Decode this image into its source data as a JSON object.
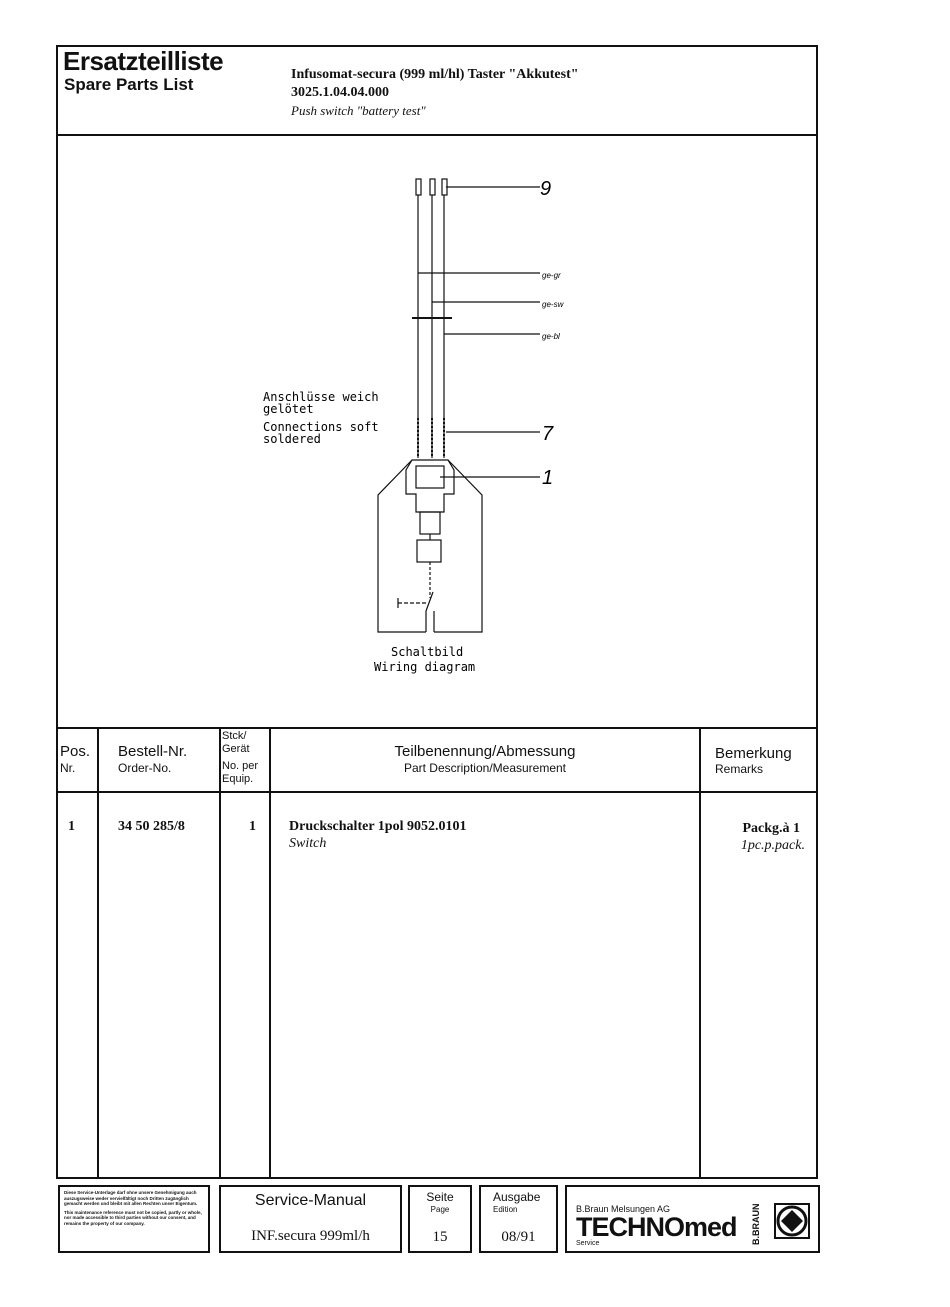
{
  "header": {
    "title_de": "Ersatzteilliste",
    "title_en": "Spare Parts List",
    "product_line": "Infusomat-secura (999 ml/hl)  Taster \"Akkutest\"",
    "product_number": "3025.1.04.04.000",
    "product_en": "Push switch \"battery test\""
  },
  "diagram": {
    "callout_9": "9",
    "callout_7": "7",
    "callout_1": "1",
    "wire_1": "ge-gr",
    "wire_2": "ge-sw",
    "wire_3": "ge-bl",
    "note_de_line1": "Anschlüsse weich",
    "note_de_line2": "gelötet",
    "note_en_line1": "Connections soft",
    "note_en_line2": "soldered",
    "caption_de": "Schaltbild",
    "caption_en": "Wiring diagram"
  },
  "table": {
    "headers": {
      "pos_de": "Pos.",
      "pos_en": "Nr.",
      "order_de": "Bestell-Nr.",
      "order_en": "Order-No.",
      "qty_de_1": "Stck/",
      "qty_de_2": "Gerät",
      "qty_en_1": "No. per",
      "qty_en_2": "Equip.",
      "desc_de": "Teilbenennung/Abmessung",
      "desc_en": "Part Description/Measurement",
      "remarks_de": "Bemerkung",
      "remarks_en": "Remarks"
    },
    "rows": [
      {
        "pos": "1",
        "order_no": "34 50 285/8",
        "qty": "1",
        "desc_de": "Druckschalter  1pol 9052.0101",
        "desc_en": "Switch",
        "remark_de": "Packg.à 1",
        "remark_en": "1pc.p.pack."
      }
    ]
  },
  "footer": {
    "notice_de": "Diese Service-Unterlage darf ohne unsere Genehmigung auch auszugsweise weder vervielfältigt noch Dritten zugänglich gemacht werden und bleibt mit allen Rechten unser Eigentum.",
    "notice_en": "This maintenance reference must not be copied, partly or whole, nor made accessible to third parties without our consent, and remains the property of our company.",
    "manual_label": "Service-Manual",
    "manual_value": "INF.secura 999ml/h",
    "page_label_de": "Seite",
    "page_label_en": "Page",
    "page_value": "15",
    "edition_label_de": "Ausgabe",
    "edition_label_en": "Edition",
    "edition_value": "08/91",
    "company": "B.Braun Melsungen AG",
    "logo_text": "TECHNOmed",
    "service": "Service",
    "brand_vertical": "B.BRAUN"
  }
}
